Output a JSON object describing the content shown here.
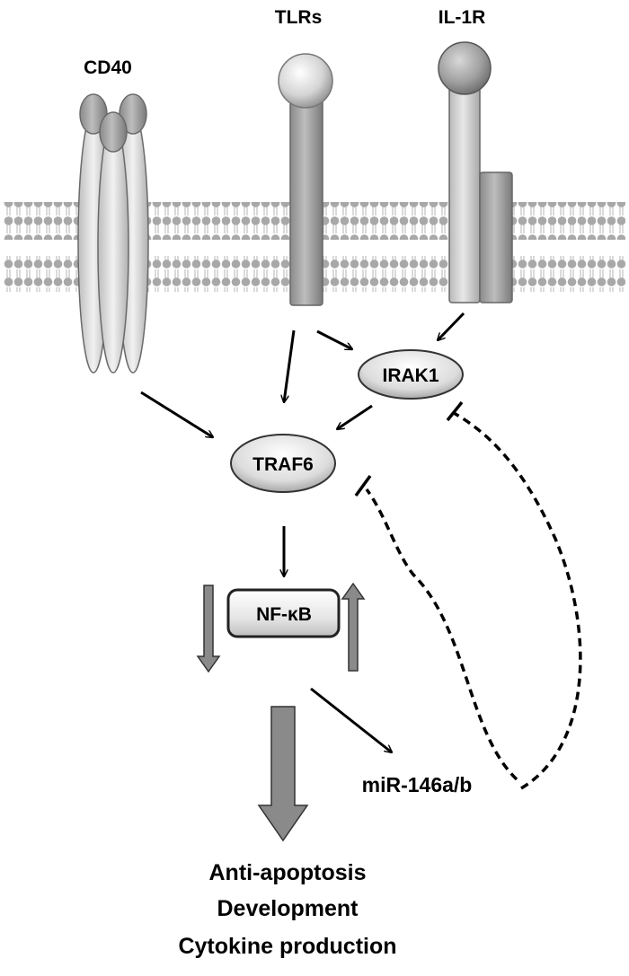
{
  "receptors": {
    "cd40": "CD40",
    "tlrs": "TLRs",
    "il1r": "IL-1R"
  },
  "nodes": {
    "irak1": "IRAK1",
    "traf6": "TRAF6",
    "nfkb": "NF-κB",
    "mir146": "miR-146a/b"
  },
  "outcomes": [
    "Anti-apoptosis",
    "Development",
    "Cytokine production"
  ]
}
